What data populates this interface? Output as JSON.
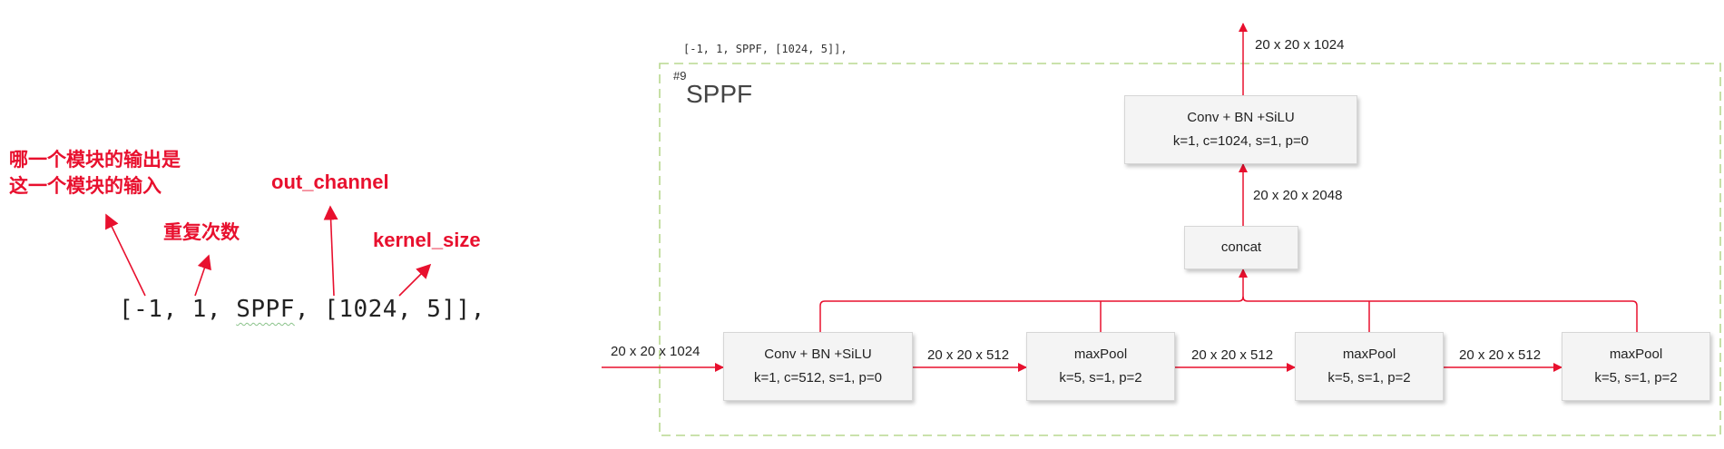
{
  "annotation": {
    "code": {
      "open": "[-1, 1, ",
      "module": "SPPF",
      "close": ", [1024, 5]],"
    },
    "labels": {
      "from_line1": "哪一个模块的输出是",
      "from_line2": "这一个模块的输入",
      "repeat": "重复次数",
      "out_channel": "out_channel",
      "kernel_size": "kernel_size"
    }
  },
  "diagram": {
    "code_snippet": "[-1, 1, SPPF, [1024, 5]],",
    "region_id": "#9",
    "region_title": "SPPF",
    "input_dim": "20 x 20 x 1024",
    "boxes": {
      "conv1": {
        "line1": "Conv + BN +SiLU",
        "line2": "k=1,  c=512,  s=1,  p=0"
      },
      "pool1": {
        "line1": "maxPool",
        "line2": "k=5,  s=1,  p=2"
      },
      "pool2": {
        "line1": "maxPool",
        "line2": "k=5,  s=1,  p=2"
      },
      "pool3": {
        "line1": "maxPool",
        "line2": "k=5,  s=1,  p=2"
      },
      "concat": {
        "line1": "concat"
      },
      "conv2": {
        "line1": "Conv + BN +SiLU",
        "line2": "k=1,  c=1024,  s=1,  p=0"
      }
    },
    "edge_dims": {
      "conv1_pool1": "20 x 20 x 512",
      "pool1_pool2": "20 x 20 x 512",
      "pool2_pool3": "20 x 20 x 512",
      "concat_conv2": "20 x 20 x 2048",
      "output": "20 x 20 x 1024"
    }
  },
  "colors": {
    "accent_red": "#e8102e",
    "region_border": "#b8d88f",
    "box_fill": "#f4f4f4"
  }
}
